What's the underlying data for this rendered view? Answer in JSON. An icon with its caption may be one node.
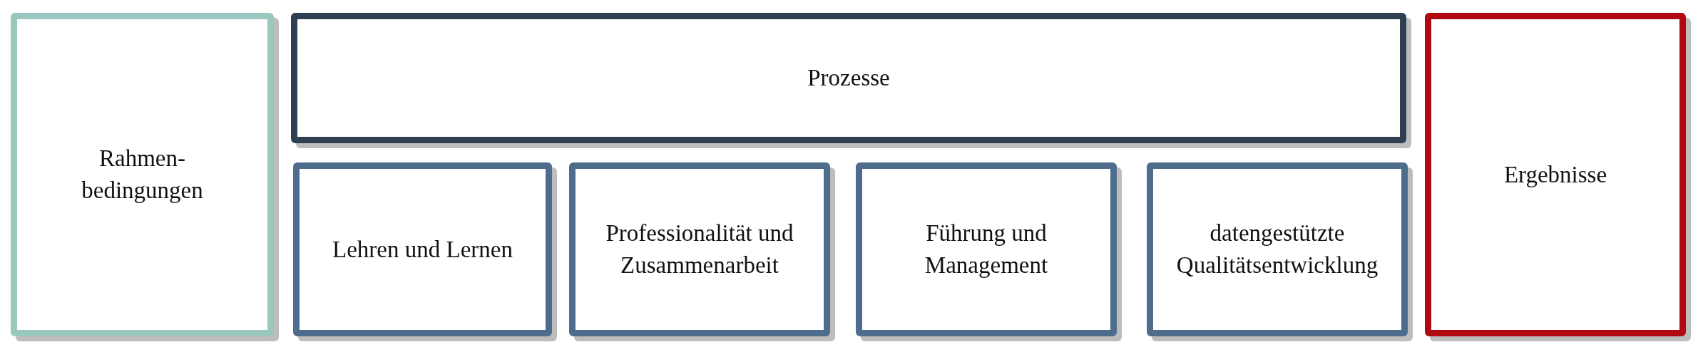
{
  "diagram": {
    "nodes": [
      {
        "text": [
          "Rahmen- bedingungen"
        ]
      },
      {
        "text": [
          "Prozesse"
        ]
      },
      {
        "text": [
          "Lehren und Lernen"
        ]
      },
      {
        "text": [
          "Professionalität und Zusammenarbeit"
        ]
      },
      {
        "text": [
          "Führung und Management"
        ]
      },
      {
        "text": [
          "datengestützte Qualitätsentwicklung"
        ]
      },
      {
        "text": [
          "Ergebnisse"
        ]
      }
    ]
  }
}
